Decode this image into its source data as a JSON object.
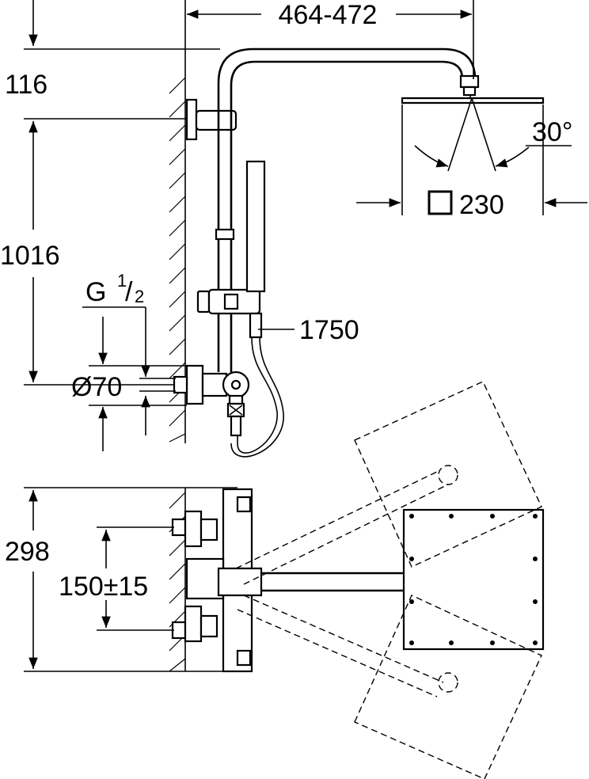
{
  "dimensions": {
    "arm_reach": "464-472",
    "top_offset": "116",
    "height": "1016",
    "thread_g": "G",
    "thread_num": "1",
    "thread_den": "2",
    "diameter": "Ø70",
    "hose_length": "1750",
    "spray_angle": "30°",
    "head_size": "230",
    "depth": "298",
    "inlet_spacing": "150±15"
  }
}
